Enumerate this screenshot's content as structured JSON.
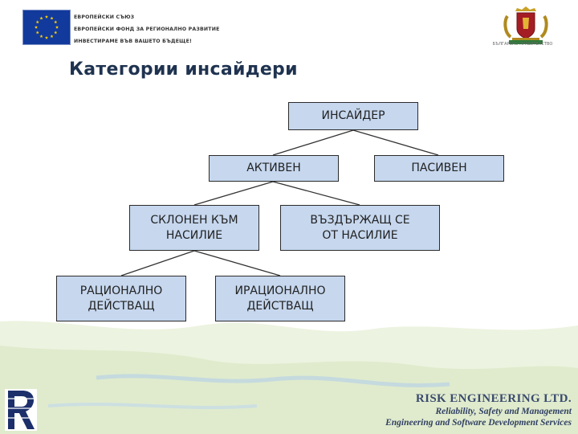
{
  "header": {
    "eu_lines": [
      "ЕВРОПЕЙСКИ СЪЮЗ",
      "ЕВРОПЕЙСКИ ФОНД ЗА РЕГИОНАЛНО РАЗВИТИЕ",
      "ИНВЕСТИРАМЕ ВЪВ ВАШЕТО БЪДЕЩЕ!"
    ],
    "crest_caption": "БЪЛГАРСКО ПРАВИТЕЛСТВО"
  },
  "title": "Категории инсайдери",
  "diagram": {
    "nodes": {
      "insider": "ИНСАЙДЕР",
      "active": "АКТИВЕН",
      "passive": "ПАСИВЕН",
      "violent": "СКЛОНЕН КЪМ\nНАСИЛИЕ",
      "nonviolent": "ВЪЗДЪРЖАЩ СЕ\nОТ НАСИЛИЕ",
      "rational": "РАЦИОНАЛНО\nДЕЙСТВАЩ",
      "irrational": "ИРАЦИОНАЛНО\nДЕЙСТВАЩ"
    },
    "edges": [
      [
        "insider",
        "active"
      ],
      [
        "insider",
        "passive"
      ],
      [
        "active",
        "violent"
      ],
      [
        "active",
        "nonviolent"
      ],
      [
        "violent",
        "rational"
      ],
      [
        "violent",
        "irrational"
      ]
    ]
  },
  "footer": {
    "company_name": "RISK ENGINEERING LTD.",
    "tagline1": "Reliability, Safety and Management",
    "tagline2": "Engineering and Software Development Services"
  },
  "colors": {
    "node_fill": "#c6d7ee",
    "title": "#1f3350",
    "eu_blue": "#123a9c",
    "eu_star": "#ffd200"
  }
}
